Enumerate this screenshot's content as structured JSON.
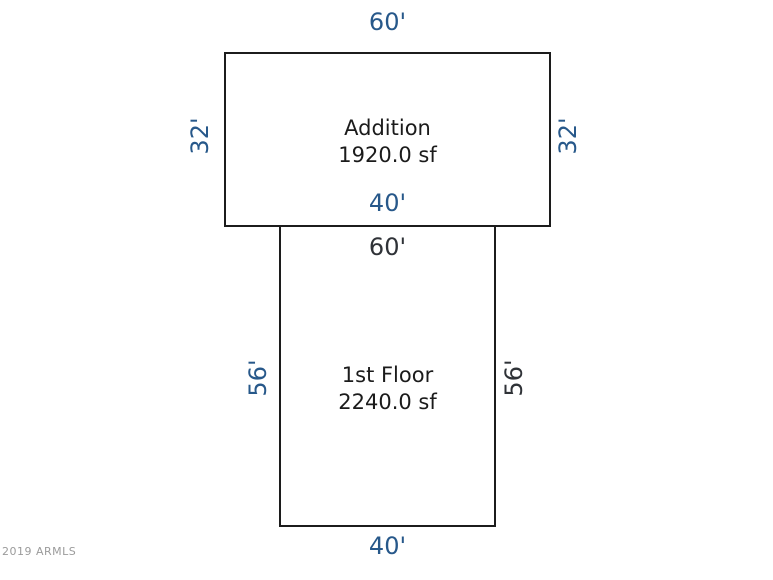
{
  "canvas": {
    "background": "#ffffff"
  },
  "colors": {
    "outline": "#1c1c1c",
    "dimension-blue": "#27588a",
    "dimension-dark": "#2f3237",
    "room-text": "#1b1b1b",
    "watermark": "#9b9b9b"
  },
  "rooms": [
    {
      "name": "Addition",
      "area": "1920.0 sf",
      "dim_top": "60'",
      "dim_left": "32'",
      "dim_right": "32'",
      "dim_bottom_inner": "40'"
    },
    {
      "name": "1st Floor",
      "area": "2240.0 sf",
      "dim_top_inner": "60'",
      "dim_left": "56'",
      "dim_right": "56'",
      "dim_bottom": "40'"
    }
  ],
  "watermark": {
    "label": "2019 ARMLS"
  }
}
